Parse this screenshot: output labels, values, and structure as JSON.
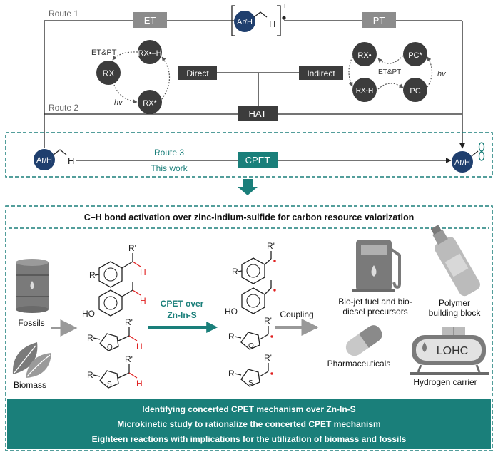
{
  "top": {
    "route1": "Route 1",
    "route2": "Route 2",
    "route3": "Route 3",
    "this_work": "This work",
    "et": "ET",
    "pt": "PT",
    "direct": "Direct",
    "indirect": "Indirect",
    "hat": "HAT",
    "cpet": "CPET",
    "arh": "Ar/H",
    "h": "H",
    "plus": "+",
    "left_cycle": {
      "rx": "RX",
      "rxh": "RX•–H",
      "rxstar": "RX*",
      "etpt": "ET&PT",
      "hv": "hv"
    },
    "right_cycle": {
      "rxdot": "RX•",
      "rxh": "RX-H",
      "pcstar": "PC*",
      "pc": "PC",
      "etpt": "ET&PT",
      "hv": "hv"
    }
  },
  "bottom": {
    "title": "C–H bond activation over zinc-indium-sulfide  for carbon resource valorization",
    "fossils": "Fossils",
    "biomass": "Biomass",
    "cpet_over_1": "CPET over",
    "cpet_over_2": "Zn-In-S",
    "coupling": "Coupling",
    "r": "R",
    "rprime": "R'",
    "ho": "HO",
    "h": "H",
    "bio_jet_1": "Bio-jet fuel and bio-",
    "bio_jet_2": "diesel precursors",
    "polymer_1": "Polymer",
    "polymer_2": "building block",
    "pharma": "Pharmaceuticals",
    "lohc": "LOHC",
    "hydrogen_carrier": "Hydrogen carrier",
    "bullets": [
      "Identifying concerted CPET  mechanism over Zn-In-S",
      "Microkinetic study to rationalize the concerted CPET mechanism",
      "Eighteen reactions with implications for the utilization of biomass and fossils"
    ]
  },
  "colors": {
    "teal": "#1a7f7a",
    "navy": "#1f3f6e",
    "gray_box": "#8c8c8c",
    "dark_box": "#3c3c3c",
    "red_h": "#e02020"
  }
}
